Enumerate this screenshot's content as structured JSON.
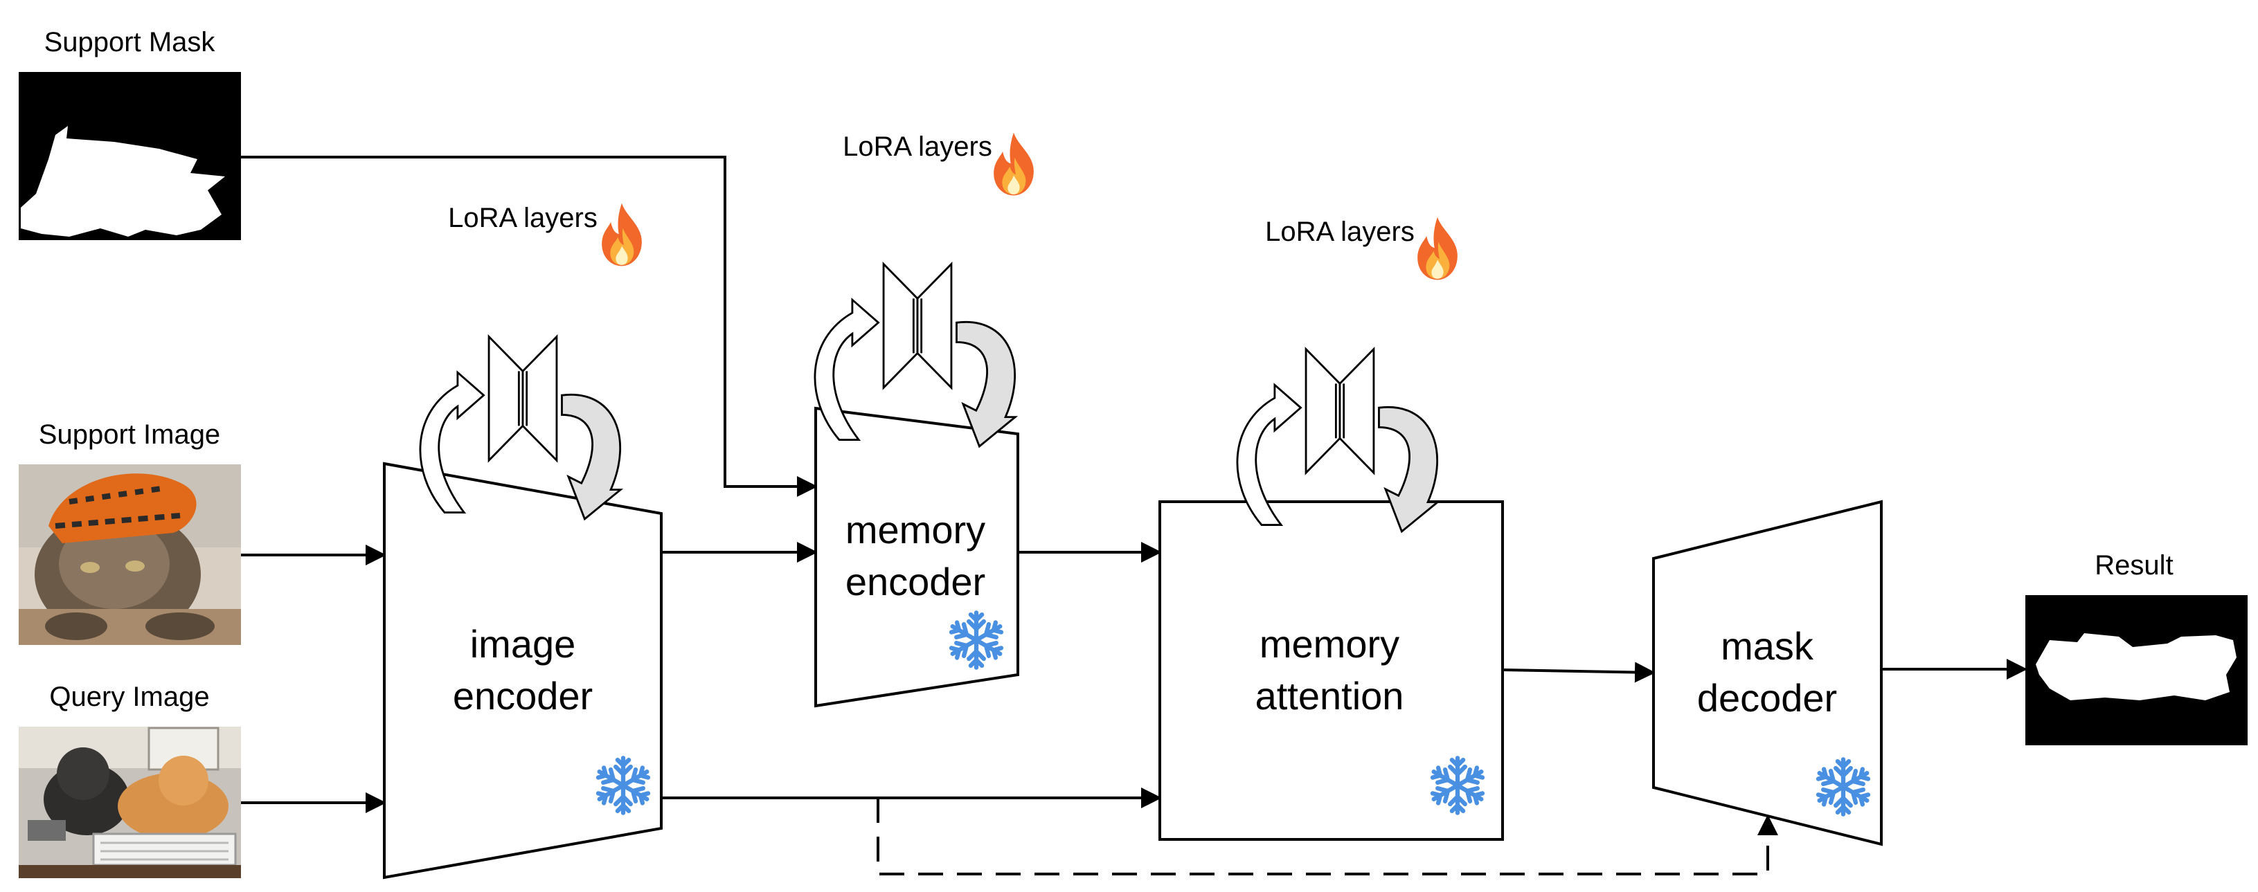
{
  "inputs": {
    "support_mask": "Support Mask",
    "support_image": "Support Image",
    "query_image": "Query Image"
  },
  "output": {
    "result": "Result"
  },
  "modules": {
    "image_encoder": [
      "image",
      "encoder"
    ],
    "memory_encoder": [
      "memory",
      "encoder"
    ],
    "memory_attention": [
      "memory",
      "attention"
    ],
    "mask_decoder": [
      "mask",
      "decoder"
    ]
  },
  "lora": {
    "label": "LoRA layers",
    "trainable_icon": "fire-icon"
  },
  "frozen_icon": "snowflake-icon",
  "colors": {
    "frozen": "#4a90e2",
    "fire_outer": "#f2672a",
    "fire_inner": "#fbb03b",
    "lora_arrow_fill": "#e0e0e0"
  }
}
